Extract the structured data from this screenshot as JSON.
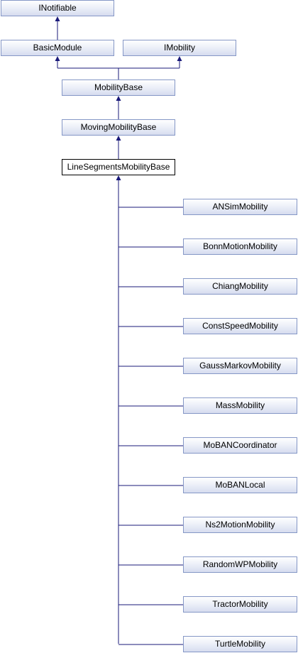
{
  "diagram": {
    "nodes": {
      "inotifiable": "INotifiable",
      "basic_module": "BasicModule",
      "imobility": "IMobility",
      "mobility_base": "MobilityBase",
      "moving_mobility_base": "MovingMobilityBase",
      "line_segments_mobility_base": "LineSegmentsMobilityBase"
    },
    "children": [
      "ANSimMobility",
      "BonnMotionMobility",
      "ChiangMobility",
      "ConstSpeedMobility",
      "GaussMarkovMobility",
      "MassMobility",
      "MoBANCoordinator",
      "MoBANLocal",
      "Ns2MotionMobility",
      "RandomWPMobility",
      "TractorMobility",
      "TurtleMobility"
    ]
  }
}
